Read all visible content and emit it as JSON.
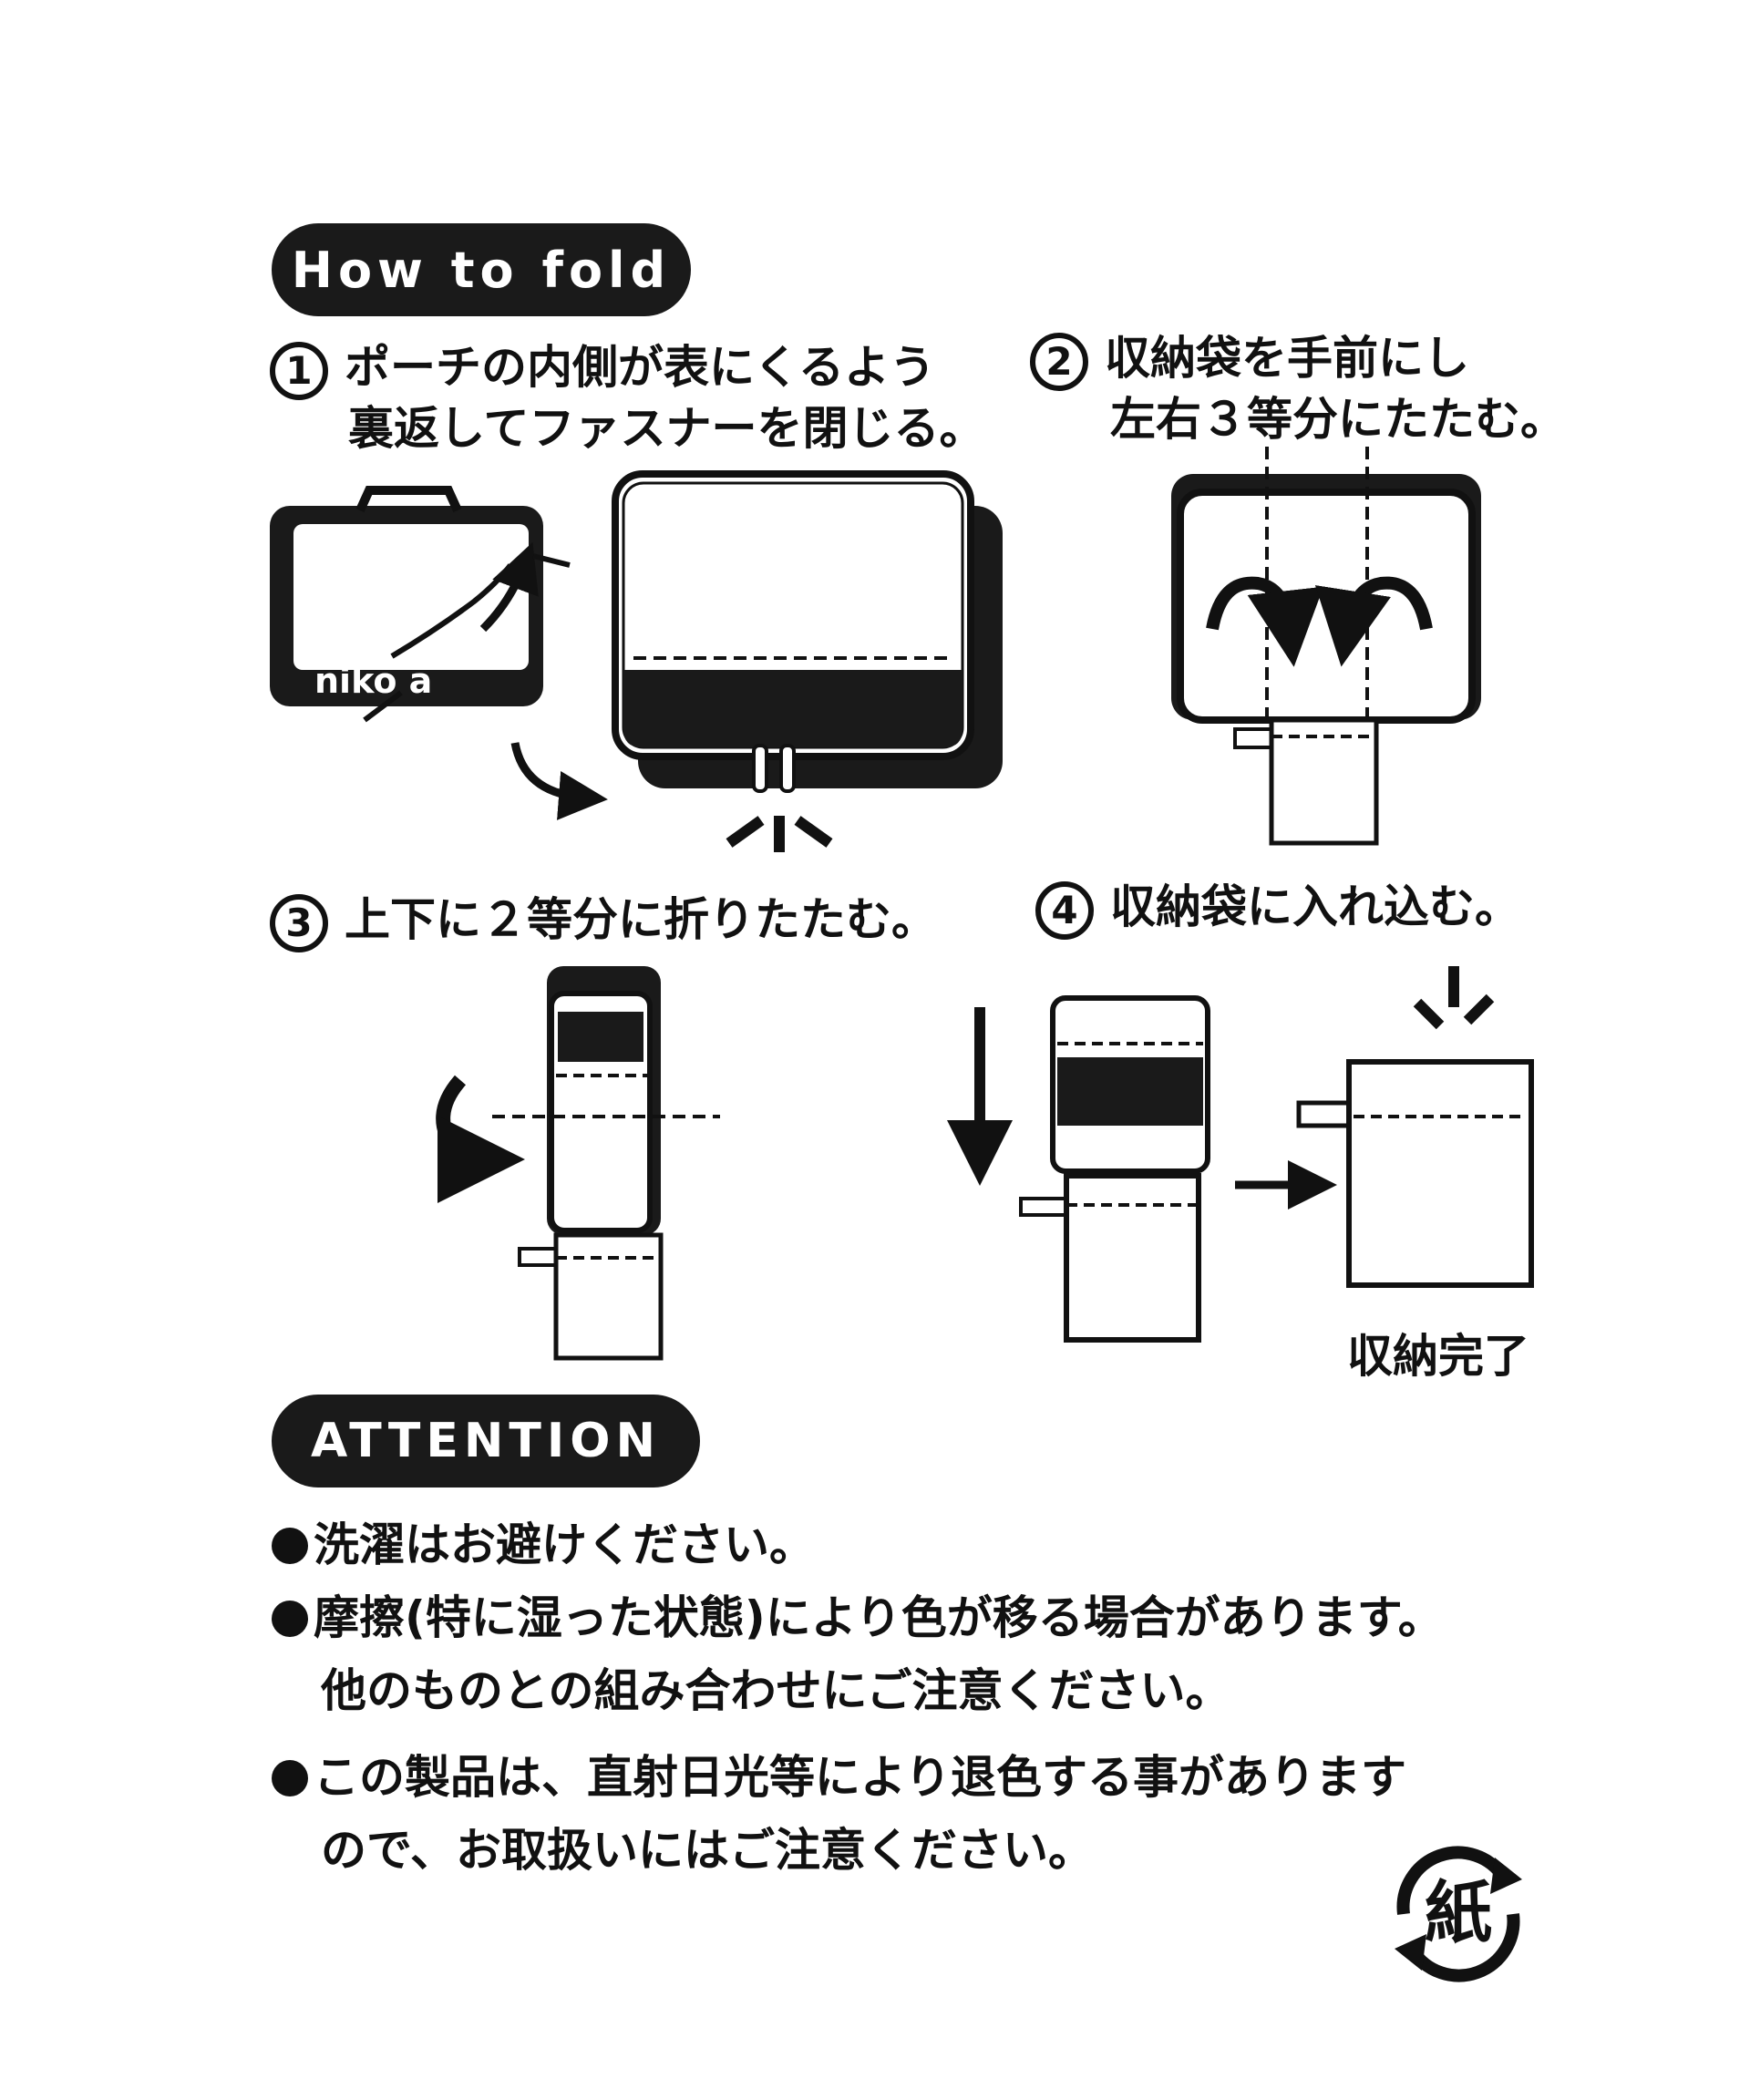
{
  "sections": {
    "how_to_fold": "How to fold",
    "attention": "ATTENTION"
  },
  "steps": [
    {
      "number": "1",
      "line1": "ポーチの内側が表にくるよう",
      "line2": "裏返してファスナーを閉じる。"
    },
    {
      "number": "2",
      "line1": "収納袋を手前にし",
      "line2": "左右３等分にたたむ。"
    },
    {
      "number": "3",
      "line1": "上下に２等分に折りたたむ。"
    },
    {
      "number": "4",
      "line1": "収納袋に入れ込む。"
    }
  ],
  "illustration": {
    "brand_text": "niko a",
    "complete_label": "収納完了"
  },
  "attention_items": [
    {
      "line1": "洗濯はお避けください。"
    },
    {
      "line1": "摩擦(特に湿った状態)により色が移る場合があります。",
      "line2": "他のものとの組み合わせにご注意ください。"
    },
    {
      "line1": "この製品は、直射日光等により退色する事があります",
      "line2": "ので、お取扱いにはご注意ください。"
    }
  ],
  "recycle_mark": "紙"
}
